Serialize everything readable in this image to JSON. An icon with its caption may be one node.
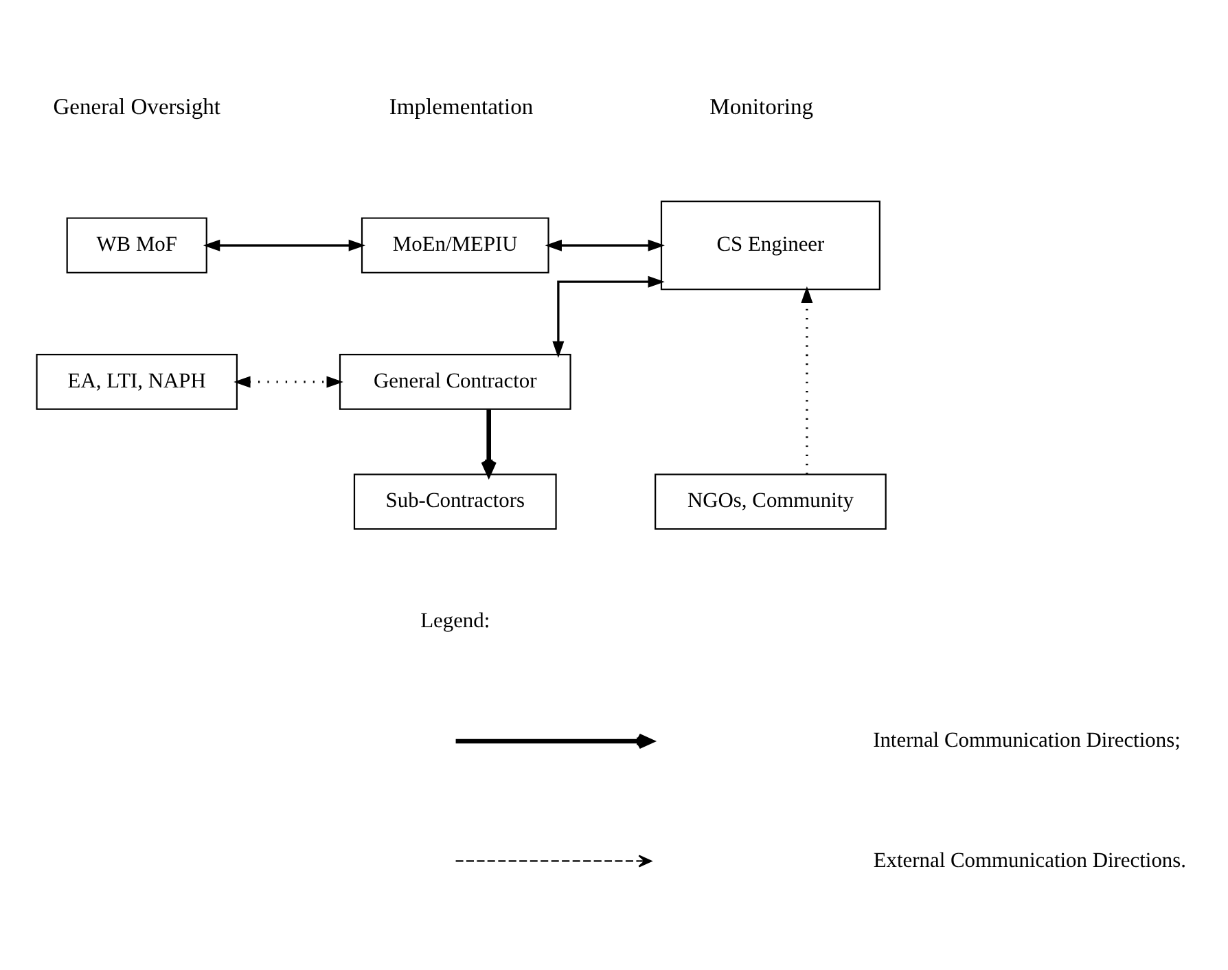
{
  "diagram": {
    "nodes": [
      {
        "text": [
          "WB MoF"
        ]
      },
      {
        "text": [
          "MoEn/MEPIU"
        ]
      },
      {
        "text": [
          "CS Engineer"
        ]
      },
      {
        "text": [
          "EA, LTI, NAPH"
        ]
      },
      {
        "text": [
          "General Contractor"
        ]
      },
      {
        "text": [
          "Sub-Contractors"
        ]
      },
      {
        "text": [
          "NGOs, Community"
        ]
      }
    ],
    "edges": [
      {
        "from": 0,
        "to": 1,
        "arrow": "both"
      },
      {
        "from": 1,
        "to": 2,
        "arrow": "both"
      },
      {
        "from": 2,
        "to": 4,
        "arrow": "both"
      },
      {
        "from": 3,
        "to": 4,
        "arrow": "both",
        "style": "dashed"
      },
      {
        "from": 4,
        "to": 5,
        "arrow": "to",
        "style": "thick"
      },
      {
        "from": 6,
        "to": 2,
        "arrow": "to",
        "style": "dashed"
      }
    ],
    "labels": [
      "General Oversight",
      "Implementation",
      "Monitoring",
      "Legend:"
    ],
    "legend": [
      {
        "text": "Internal Communication Directions;"
      },
      {
        "text": "External Communication Directions."
      }
    ]
  }
}
